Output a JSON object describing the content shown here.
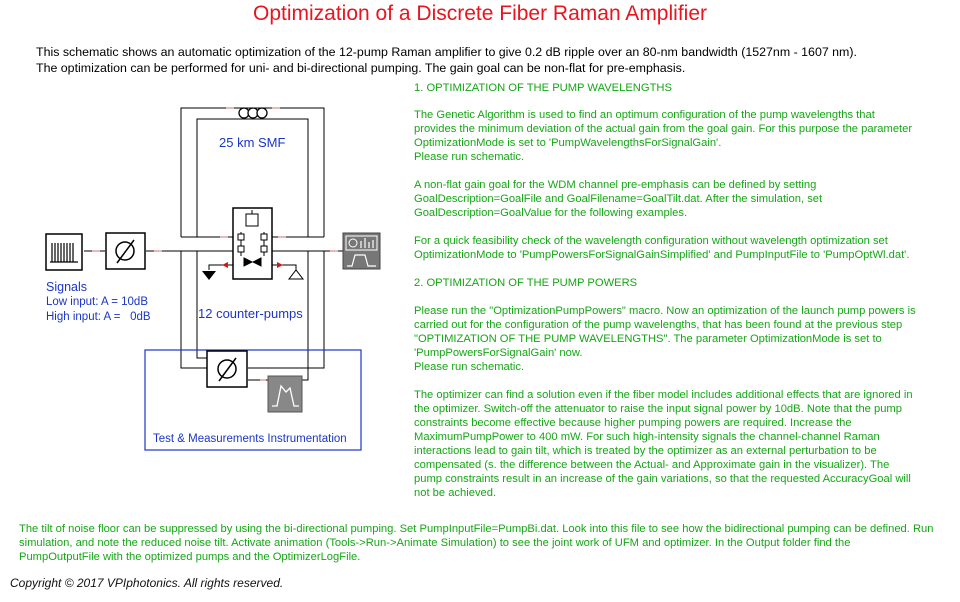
{
  "title": "Optimization of a Discrete Fiber Raman Amplifier",
  "intro": {
    "line1": "This schematic shows an automatic optimization of the 12-pump Raman amplifier to give 0.2 dB ripple over an 80-nm bandwidth (1527nm - 1607 nm).",
    "line2": "The optimization can be performed for uni- and bi-directional pumping. The gain goal can be non-flat for pre-emphasis."
  },
  "schematic": {
    "fiber_label": "25 km SMF",
    "signals_label": "Signals",
    "low_input": "Low input: A = 10dB",
    "high_input": "High input: A =   0dB",
    "pumps_label": "12 counter-pumps",
    "tm_label": "Test & Measurements Instrumentation"
  },
  "notes": {
    "s1_heading": "1. OPTIMIZATION OF THE PUMP WAVELENGTHS",
    "s1_p1": "The Genetic Algorithm is used to find an optimum configuration of the pump wavelengths that provides the minimum deviation of the actual gain from the goal gain. For this purpose the parameter OptimizationMode is set to 'PumpWavelengthsForSignalGain'.",
    "s1_p1b": "Please run schematic.",
    "s1_p2": "A non-flat gain goal for the WDM channel pre-emphasis can be defined by setting GoalDescription=GoalFile and GoalFilename=GoalTilt.dat. After the simulation, set GoalDescription=GoalValue for the following examples.",
    "s1_p3": "For a quick feasibility check of the wavelength configuration without wavelength optimization set OptimizationMode to 'PumpPowersForSignalGainSimplified' and PumpInputFile to 'PumpOptWl.dat'.",
    "s2_heading": "2. OPTIMIZATION OF THE PUMP POWERS",
    "s2_p1": "Please run the \"OptimizationPumpPowers\" macro. Now an optimization of the launch pump powers is carried out for the configuration of the pump wavelengths, that has been found at  the previous step \"OPTIMIZATION OF THE PUMP WAVELENGTHS\". The parameter OptimizationMode is set to 'PumpPowersForSignalGain' now.",
    "s2_p1b": "Please run schematic.",
    "s2_p2": "The optimizer can find a solution even if the fiber model includes additional effects that are ignored in the optimizer. Switch-off the attenuator to raise the input signal power by 10dB. Note that the pump constraints become effective because higher pumping powers are required. Increase the MaximumPumpPower to 400 mW. For such high-intensity signals the channel-channel Raman interactions lead to gain tilt, which is treated by the optimizer as an external perturbation to be compensated (s. the difference between the Actual- and Approximate gain in the visualizer). The pump constraints result in an increase of the gain variations, so that the requested AccuracyGoal will not be achieved.",
    "bottom": "The tilt of noise floor can be suppressed by using the bi-directional pumping. Set PumpInputFile=PumpBi.dat. Look into this file to see how the bidirectional pumping can be defined. Run simulation, and note the reduced noise tilt. Activate animation (Tools->Run->Animate Simulation) to see the joint work of UFM and optimizer. In the Output folder find the PumpOutputFile with the optimized pumps and the OptimizerLogFile."
  },
  "copyright": "Copyright © 2017 VPIphotonics. All rights reserved.",
  "colors": {
    "title": "#e8141e",
    "notes": "#16a616",
    "labels": "#1b36c6",
    "wire": "#000000",
    "pump_arrow": "#d01818"
  }
}
